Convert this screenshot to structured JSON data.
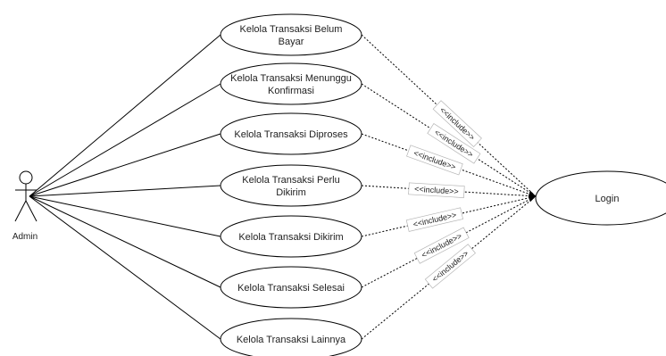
{
  "actor": {
    "label": "Admin"
  },
  "use_cases": [
    {
      "id": "uc-belum-bayar",
      "lines": [
        "Kelola Transaksi Belum",
        "Bayar"
      ]
    },
    {
      "id": "uc-menunggu-konfirmasi",
      "lines": [
        "Kelola Transaksi Menunggu",
        "Konfirmasi"
      ]
    },
    {
      "id": "uc-diproses",
      "lines": [
        "Kelola Transaksi Diproses"
      ]
    },
    {
      "id": "uc-perlu-dikirim",
      "lines": [
        "Kelola Transaksi Perlu",
        "Dikirim"
      ]
    },
    {
      "id": "uc-dikirim",
      "lines": [
        "Kelola Transaksi Dikirim"
      ]
    },
    {
      "id": "uc-selesai",
      "lines": [
        "Kelola Transaksi Selesai"
      ]
    },
    {
      "id": "uc-lainnya",
      "lines": [
        "Kelola Transaksi Lainnya"
      ]
    }
  ],
  "login": {
    "label": "Login"
  },
  "relationships": {
    "include_label": "<<include>>"
  }
}
